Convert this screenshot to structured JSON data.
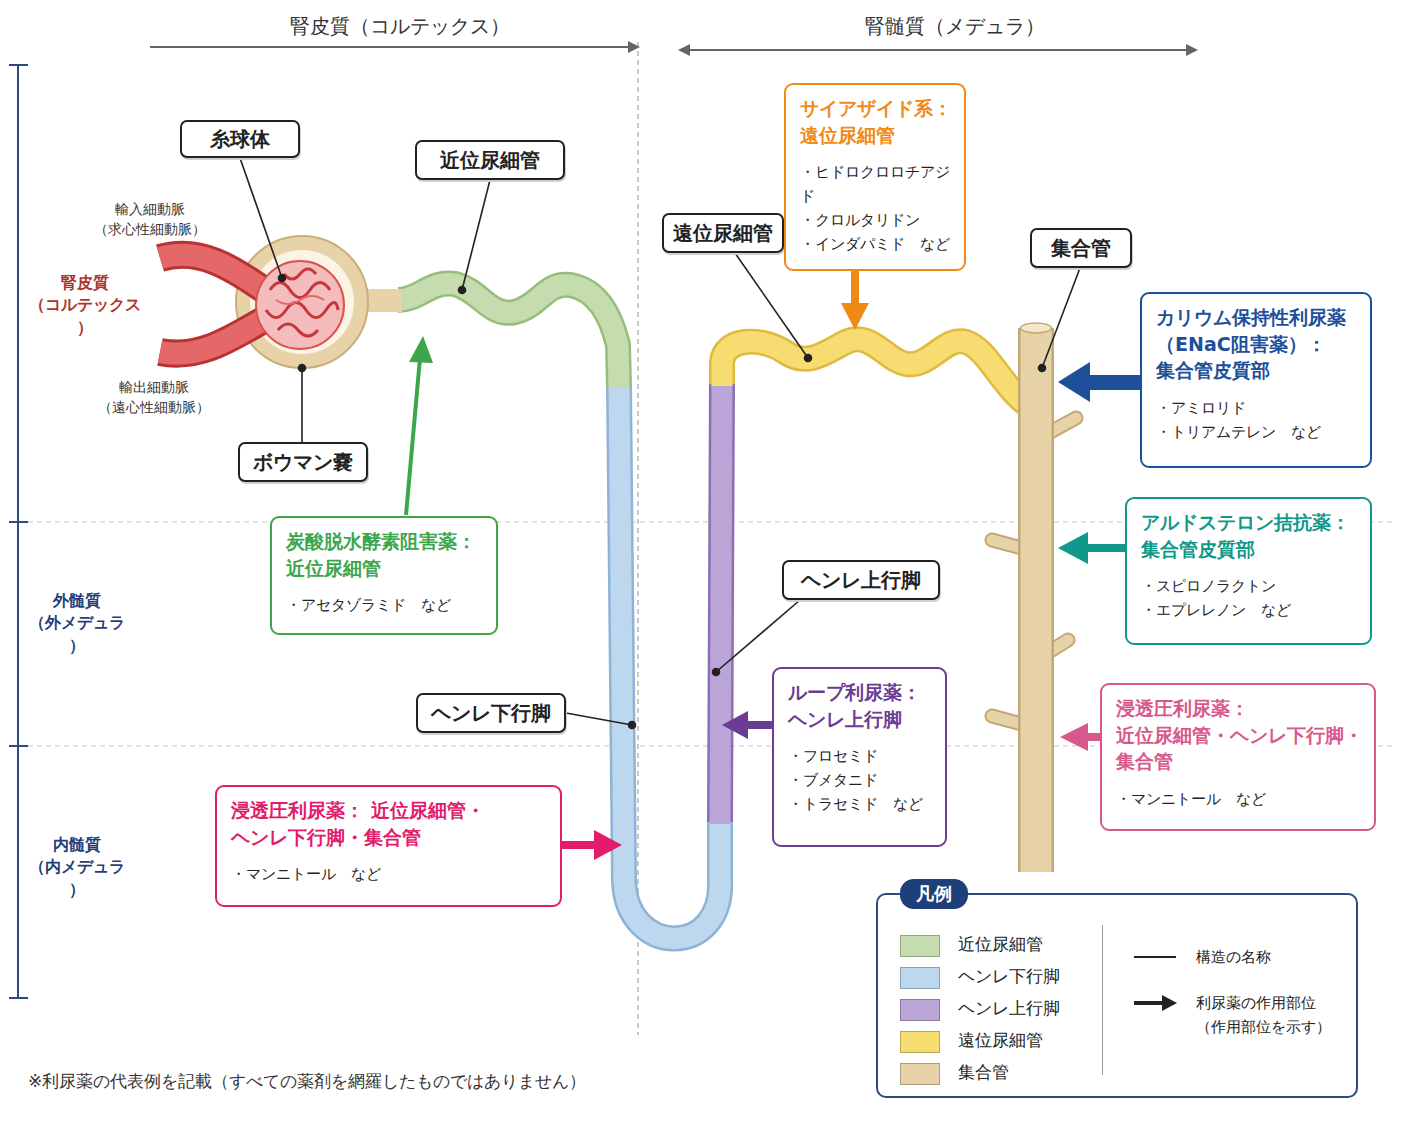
{
  "diagram": {
    "nodes": [
      {
        "text": [
          "糸球体"
        ]
      },
      {
        "text": [
          "近位尿細管"
        ]
      },
      {
        "text": [
          "遠位尿細管"
        ]
      },
      {
        "text": [
          "サイアザイド系： 遠位尿細管",
          "・ヒドロクロロチアジド",
          "・クロルタリドン",
          "・インダパミド　など"
        ]
      },
      {
        "text": [
          "集合管"
        ]
      },
      {
        "text": [
          "カリウム保持性利尿薬 （ENaC阻害薬）： 集合管皮質部",
          "・アミロリド",
          "・トリアムテレン　など"
        ]
      },
      {
        "text": [
          "ボウマン嚢"
        ]
      },
      {
        "text": [
          "炭酸脱水酵素阻害薬： 近位尿細管",
          "・アセタゾラミド　など"
        ]
      },
      {
        "text": [
          "アルドステロン拮抗薬： 集合管皮質部",
          "・スピロノラクトン",
          "・エプレレノン　など"
        ]
      },
      {
        "text": [
          "ヘンレ上行脚"
        ]
      },
      {
        "text": [
          "ループ利尿薬： ヘンレ上行脚",
          "・フロセミド",
          "・ブメタニド",
          "・トラセミド　など"
        ]
      },
      {
        "text": [
          "ヘンレ下行脚"
        ]
      },
      {
        "text": [
          "浸透圧利尿薬： 近位尿細管・ヘンレ下行脚・ 集合管",
          "・マンニトール　など"
        ]
      },
      {
        "text": [
          "浸透圧利尿薬： 近位尿細管・ヘンレ下行脚・集合管",
          "・マンニトール　など"
        ]
      },
      {
        "text": [
          "凡例"
        ]
      }
    ],
    "labels": [
      "腎皮質（コルテックス）",
      "腎髄質（メデュラ）",
      "腎皮質 （コルテックス）",
      "外髄質 （外メデュラ）",
      "内髄質 （内メデュラ）",
      "輸入細動脈 （求心性細動脈）",
      "輸出細動脈 （遠心性細動脈）",
      "※利尿薬の代表例を記載（すべての薬剤を網羅したものではありません）"
    ],
    "legend": [
      {
        "text": "近位尿細管",
        "color": "#c4dcae"
      },
      {
        "text": "ヘンレ下行脚",
        "color": "#bcd7ee"
      },
      {
        "text": "ヘンレ上行脚",
        "color": "#bba4d6"
      },
      {
        "text": "遠位尿細管",
        "color": "#f7dc72"
      },
      {
        "text": "集合管",
        "color": "#e8d3a8"
      },
      {
        "text": "構造の名称"
      },
      {
        "text": "利尿薬の作用部位 （作用部位を示す）"
      }
    ]
  }
}
